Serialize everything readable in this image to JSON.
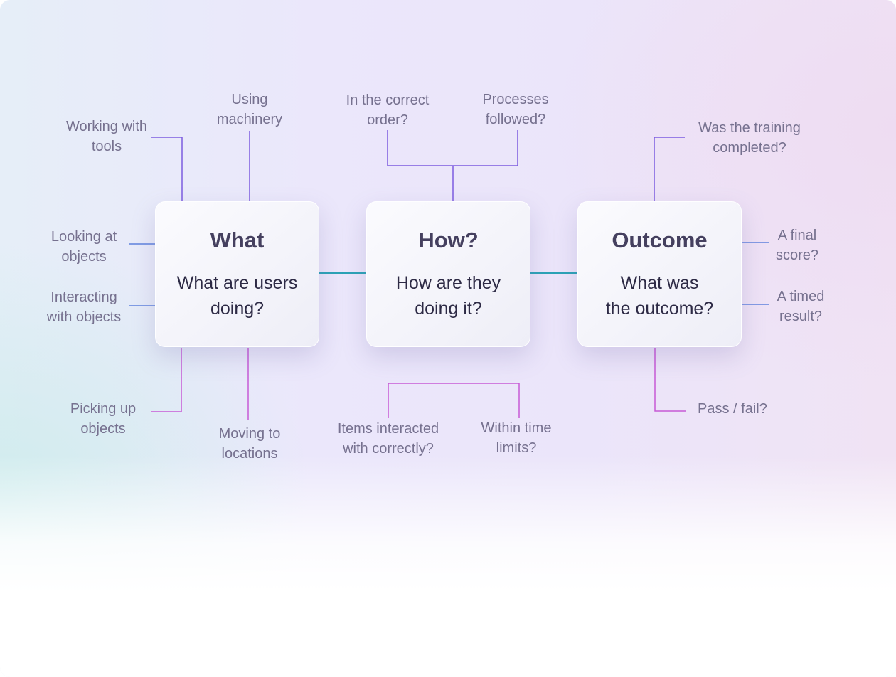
{
  "colors": {
    "title": "#45405f",
    "subtitle": "#2d2a45",
    "label": "#76718f",
    "connector_teal": "#2ba3b6",
    "connector_purple": "#7c5ce0",
    "connector_blue": "#5e82dd",
    "connector_magenta": "#c75ad6"
  },
  "boxes": [
    {
      "title": "What",
      "subtitle": "What are users\ndoing?"
    },
    {
      "title": "How?",
      "subtitle": "How are they\ndoing it?"
    },
    {
      "title": "Outcome",
      "subtitle": "What was\nthe outcome?"
    }
  ],
  "labels": {
    "working_tools": "Working with\ntools",
    "using_machinery": "Using\nmachinery",
    "looking_objects": "Looking at\nobjects",
    "interacting_objects": "Interacting\nwith objects",
    "picking_up": "Picking up\nobjects",
    "moving_locations": "Moving to\nlocations",
    "correct_order": "In the correct\norder?",
    "processes_followed": "Processes\nfollowed?",
    "items_interacted": "Items interacted\nwith correctly?",
    "time_limits": "Within time\nlimits?",
    "training_completed": "Was the training\ncompleted?",
    "final_score": "A final\nscore?",
    "timed_result": "A timed\nresult?",
    "pass_fail": "Pass / fail?"
  }
}
